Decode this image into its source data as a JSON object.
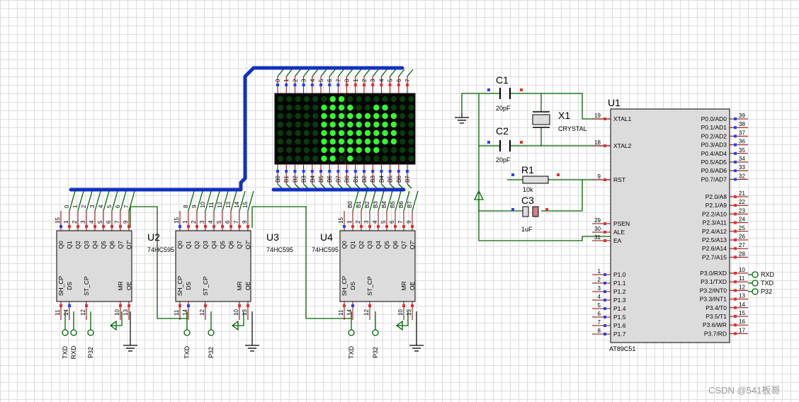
{
  "u1": {
    "ref": "U1",
    "part": "AT89C51",
    "left_pins": [
      {
        "num": "19",
        "name": "XTAL1"
      },
      {
        "num": "18",
        "name": "XTAL2"
      },
      {
        "num": "9",
        "name": "RST"
      },
      {
        "num": "29",
        "name": "PSEN"
      },
      {
        "num": "30",
        "name": "ALE"
      },
      {
        "num": "31",
        "name": "EA"
      },
      {
        "num": "1",
        "name": "P1.0"
      },
      {
        "num": "2",
        "name": "P1.1"
      },
      {
        "num": "3",
        "name": "P1.2"
      },
      {
        "num": "4",
        "name": "P1.3"
      },
      {
        "num": "5",
        "name": "P1.4"
      },
      {
        "num": "6",
        "name": "P1.5"
      },
      {
        "num": "7",
        "name": "P1.6"
      },
      {
        "num": "8",
        "name": "P1.7"
      }
    ],
    "right_pins": [
      {
        "num": "39",
        "name": "P0.0/AD0"
      },
      {
        "num": "38",
        "name": "P0.1/AD1"
      },
      {
        "num": "37",
        "name": "P0.2/AD2"
      },
      {
        "num": "36",
        "name": "P0.3/AD3"
      },
      {
        "num": "35",
        "name": "P0.4/AD4"
      },
      {
        "num": "34",
        "name": "P0.5/AD5"
      },
      {
        "num": "33",
        "name": "P0.6/AD6"
      },
      {
        "num": "32",
        "name": "P0.7/AD7"
      },
      {
        "num": "21",
        "name": "P2.0/A8"
      },
      {
        "num": "22",
        "name": "P2.1/A9"
      },
      {
        "num": "23",
        "name": "P2.2/A10"
      },
      {
        "num": "24",
        "name": "P2.3/A11"
      },
      {
        "num": "25",
        "name": "P2.4/A12"
      },
      {
        "num": "26",
        "name": "P2.5/A13"
      },
      {
        "num": "27",
        "name": "P2.6/A14"
      },
      {
        "num": "28",
        "name": "P2.7/A15"
      },
      {
        "num": "10",
        "name": "P3.0/RXD"
      },
      {
        "num": "11",
        "name": "P3.1/TXD"
      },
      {
        "num": "12",
        "name": "P3.2/INT0"
      },
      {
        "num": "13",
        "name": "P3.3/INT1"
      },
      {
        "num": "14",
        "name": "P3.4/T0"
      },
      {
        "num": "15",
        "name": "P3.5/T1"
      },
      {
        "num": "16",
        "name": "P3.6/WR"
      },
      {
        "num": "17",
        "name": "P3.7/RD"
      }
    ]
  },
  "shift_registers": [
    {
      "ref": "U2",
      "part": "74HC595",
      "top_pins": [
        "15",
        "1",
        "2",
        "3",
        "4",
        "5",
        "6",
        "7",
        "9"
      ],
      "bus_labels": [
        "0",
        "1",
        "2",
        "3",
        "4",
        "5",
        "6",
        "7"
      ],
      "bottom_pins": [
        "11",
        "14",
        "12",
        "10",
        "13"
      ]
    },
    {
      "ref": "U3",
      "part": "74HC595",
      "top_pins": [
        "15",
        "1",
        "2",
        "3",
        "4",
        "5",
        "6",
        "7",
        "9"
      ],
      "bus_labels": [
        "8",
        "9",
        "10",
        "11",
        "12",
        "13",
        "14",
        "15"
      ],
      "bottom_pins": [
        "11",
        "14",
        "12",
        "10",
        "13"
      ]
    },
    {
      "ref": "U4",
      "part": "74HC595",
      "top_pins": [
        "15",
        "1",
        "2",
        "3",
        "4",
        "5",
        "6",
        "7",
        "9"
      ],
      "bus_labels": [
        "B0",
        "B1",
        "B2",
        "B3",
        "B4",
        "B5",
        "B6",
        "B7"
      ],
      "bottom_pins": [
        "11",
        "14",
        "12",
        "10",
        "13"
      ]
    }
  ],
  "hc595_pin_names": {
    "outputs": [
      "Q0",
      "Q1",
      "Q2",
      "Q3",
      "Q4",
      "Q5",
      "Q6",
      "Q7"
    ],
    "serial_out": "Q7'",
    "inputs": [
      "SH_CP",
      "DS",
      "ST_CP",
      "MR",
      "OE"
    ]
  },
  "matrix": {
    "top_labels": [
      "0",
      "1",
      "2",
      "3",
      "4",
      "5",
      "6",
      "7",
      "0",
      "1",
      "2",
      "3",
      "4",
      "5",
      "6",
      "7"
    ],
    "bottom_labels": [
      "B0",
      "B1",
      "B2",
      "B3",
      "B4",
      "B5",
      "B6",
      "B7",
      "B0",
      "B1",
      "B2",
      "B3",
      "B4",
      "B5",
      "B6",
      "B7"
    ]
  },
  "components": {
    "c1": {
      "ref": "C1",
      "value": "20pF"
    },
    "c2": {
      "ref": "C2",
      "value": "20pF"
    },
    "x1": {
      "ref": "X1",
      "value": "CRYSTAL"
    },
    "r1": {
      "ref": "R1",
      "value": "10k"
    },
    "c3": {
      "ref": "C3",
      "value": "1uF"
    }
  },
  "terminals": {
    "u2": [
      "TXD",
      "RXD",
      "P32"
    ],
    "u3": [
      "TXD",
      "P32"
    ],
    "u4": [
      "TXD",
      "P32"
    ],
    "mcu": [
      "RXD",
      "TXD",
      "P32"
    ]
  },
  "watermark": "CSDN @541板哥",
  "colors": {
    "bus": "#1030c0",
    "wire": "#006400",
    "led_on": "#33ff33",
    "led_off": "#0b3a0b",
    "chip_fill": "#dcdcdc"
  }
}
